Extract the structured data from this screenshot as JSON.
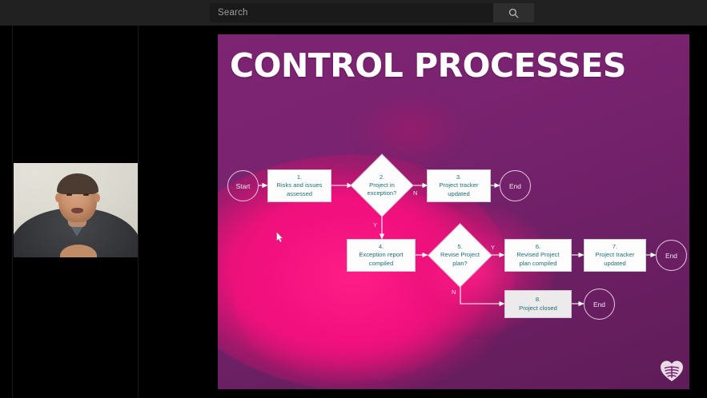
{
  "topbar": {
    "search": {
      "value": "",
      "placeholder": "Search",
      "button_icon": "search-icon"
    }
  },
  "webcam": {
    "label": "presenter video"
  },
  "slide": {
    "title": "CONTROL PROCESSES",
    "logo_icon": "open-university-logo",
    "background_color": "#7a2370",
    "accent_color": "#f2117f",
    "node_text_color": "#1f6f78",
    "flowchart": {
      "type": "flowchart",
      "nodes": [
        {
          "id": "start",
          "shape": "terminator",
          "label": "Start"
        },
        {
          "id": "n1",
          "shape": "process",
          "num": "1.",
          "label": "Risks and issues assessed"
        },
        {
          "id": "n2",
          "shape": "decision",
          "num": "2.",
          "label": "Project in exception?"
        },
        {
          "id": "n3",
          "shape": "process",
          "num": "3.",
          "label": "Project tracker updated"
        },
        {
          "id": "end1",
          "shape": "terminator",
          "label": "End"
        },
        {
          "id": "n4",
          "shape": "process",
          "num": "4.",
          "label": "Exception report compiled"
        },
        {
          "id": "n5",
          "shape": "decision",
          "num": "5.",
          "label": "Revise Project plan?"
        },
        {
          "id": "n6",
          "shape": "process",
          "num": "6.",
          "label": "Revised Project plan compiled"
        },
        {
          "id": "n7",
          "shape": "process",
          "num": "7.",
          "label": "Project tracker updated"
        },
        {
          "id": "end2",
          "shape": "terminator",
          "label": "End"
        },
        {
          "id": "n8",
          "shape": "process",
          "num": "8.",
          "label": "Project closed"
        },
        {
          "id": "end3",
          "shape": "terminator",
          "label": "End"
        }
      ],
      "edge_labels": {
        "n2_no": "N",
        "n2_yes": "Y",
        "n5_yes": "Y",
        "n5_no": "N"
      }
    }
  },
  "node_text": {
    "start": "Start",
    "n1_num": "1.",
    "n1_l1": "Risks and issues",
    "n1_l2": "assessed",
    "n2_num": "2.",
    "n2_l1": "Project in",
    "n2_l2": "exception?",
    "n3_num": "3.",
    "n3_l1": "Project tracker",
    "n3_l2": "updated",
    "end1": "End",
    "n4_num": "4.",
    "n4_l1": "Exception report",
    "n4_l2": "compiled",
    "n5_num": "5.",
    "n5_l1": "Revise Project",
    "n5_l2": "plan?",
    "n6_num": "6.",
    "n6_l1": "Revised Project",
    "n6_l2": "plan compiled",
    "n7_num": "7.",
    "n7_l1": "Project tracker",
    "n7_l2": "updated",
    "end2": "End",
    "n8_num": "8.",
    "n8_l1": "Project closed",
    "end3": "End",
    "lbl_n2_no": "N",
    "lbl_n2_yes": "Y",
    "lbl_n5_yes": "Y",
    "lbl_n5_no": "N"
  }
}
